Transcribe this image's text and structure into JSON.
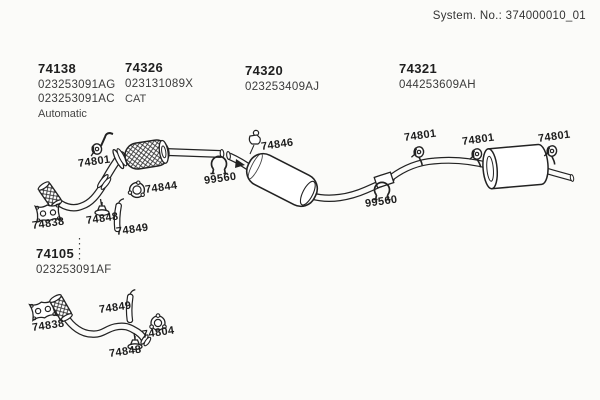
{
  "page": {
    "background": "#fbfbf9",
    "ink": "#222222",
    "system_no": "System. No.: 374000010_01"
  },
  "part_groups": [
    {
      "part_no": "74138",
      "oem_numbers": [
        "023253091AG",
        "023253091AC"
      ],
      "note": "Automatic"
    },
    {
      "part_no": "74326",
      "oem_numbers": [
        "023131089X"
      ],
      "note": "CAT"
    },
    {
      "part_no": "74320",
      "oem_numbers": [
        "023253409AJ"
      ],
      "note": ""
    },
    {
      "part_no": "74321",
      "oem_numbers": [
        "044253609AH"
      ],
      "note": ""
    },
    {
      "part_no": "74105",
      "oem_numbers": [
        "023253091AF"
      ],
      "note": ""
    }
  ],
  "callouts": {
    "front_hanger": "74801",
    "front_gasket_ring": "74844",
    "front_mount": "74848",
    "front_strap": "74849",
    "front_flange_gasket": "74838",
    "mid_bracket": "74846",
    "mid_clamp": "99560",
    "rear_clamp": "99560",
    "rear_hanger_1": "74801",
    "rear_hanger_2": "74801",
    "rear_hanger_3": "74801",
    "alt_flange_gasket": "74838",
    "alt_strap": "74849",
    "alt_gasket_ring": "74804",
    "alt_mount": "74848"
  }
}
